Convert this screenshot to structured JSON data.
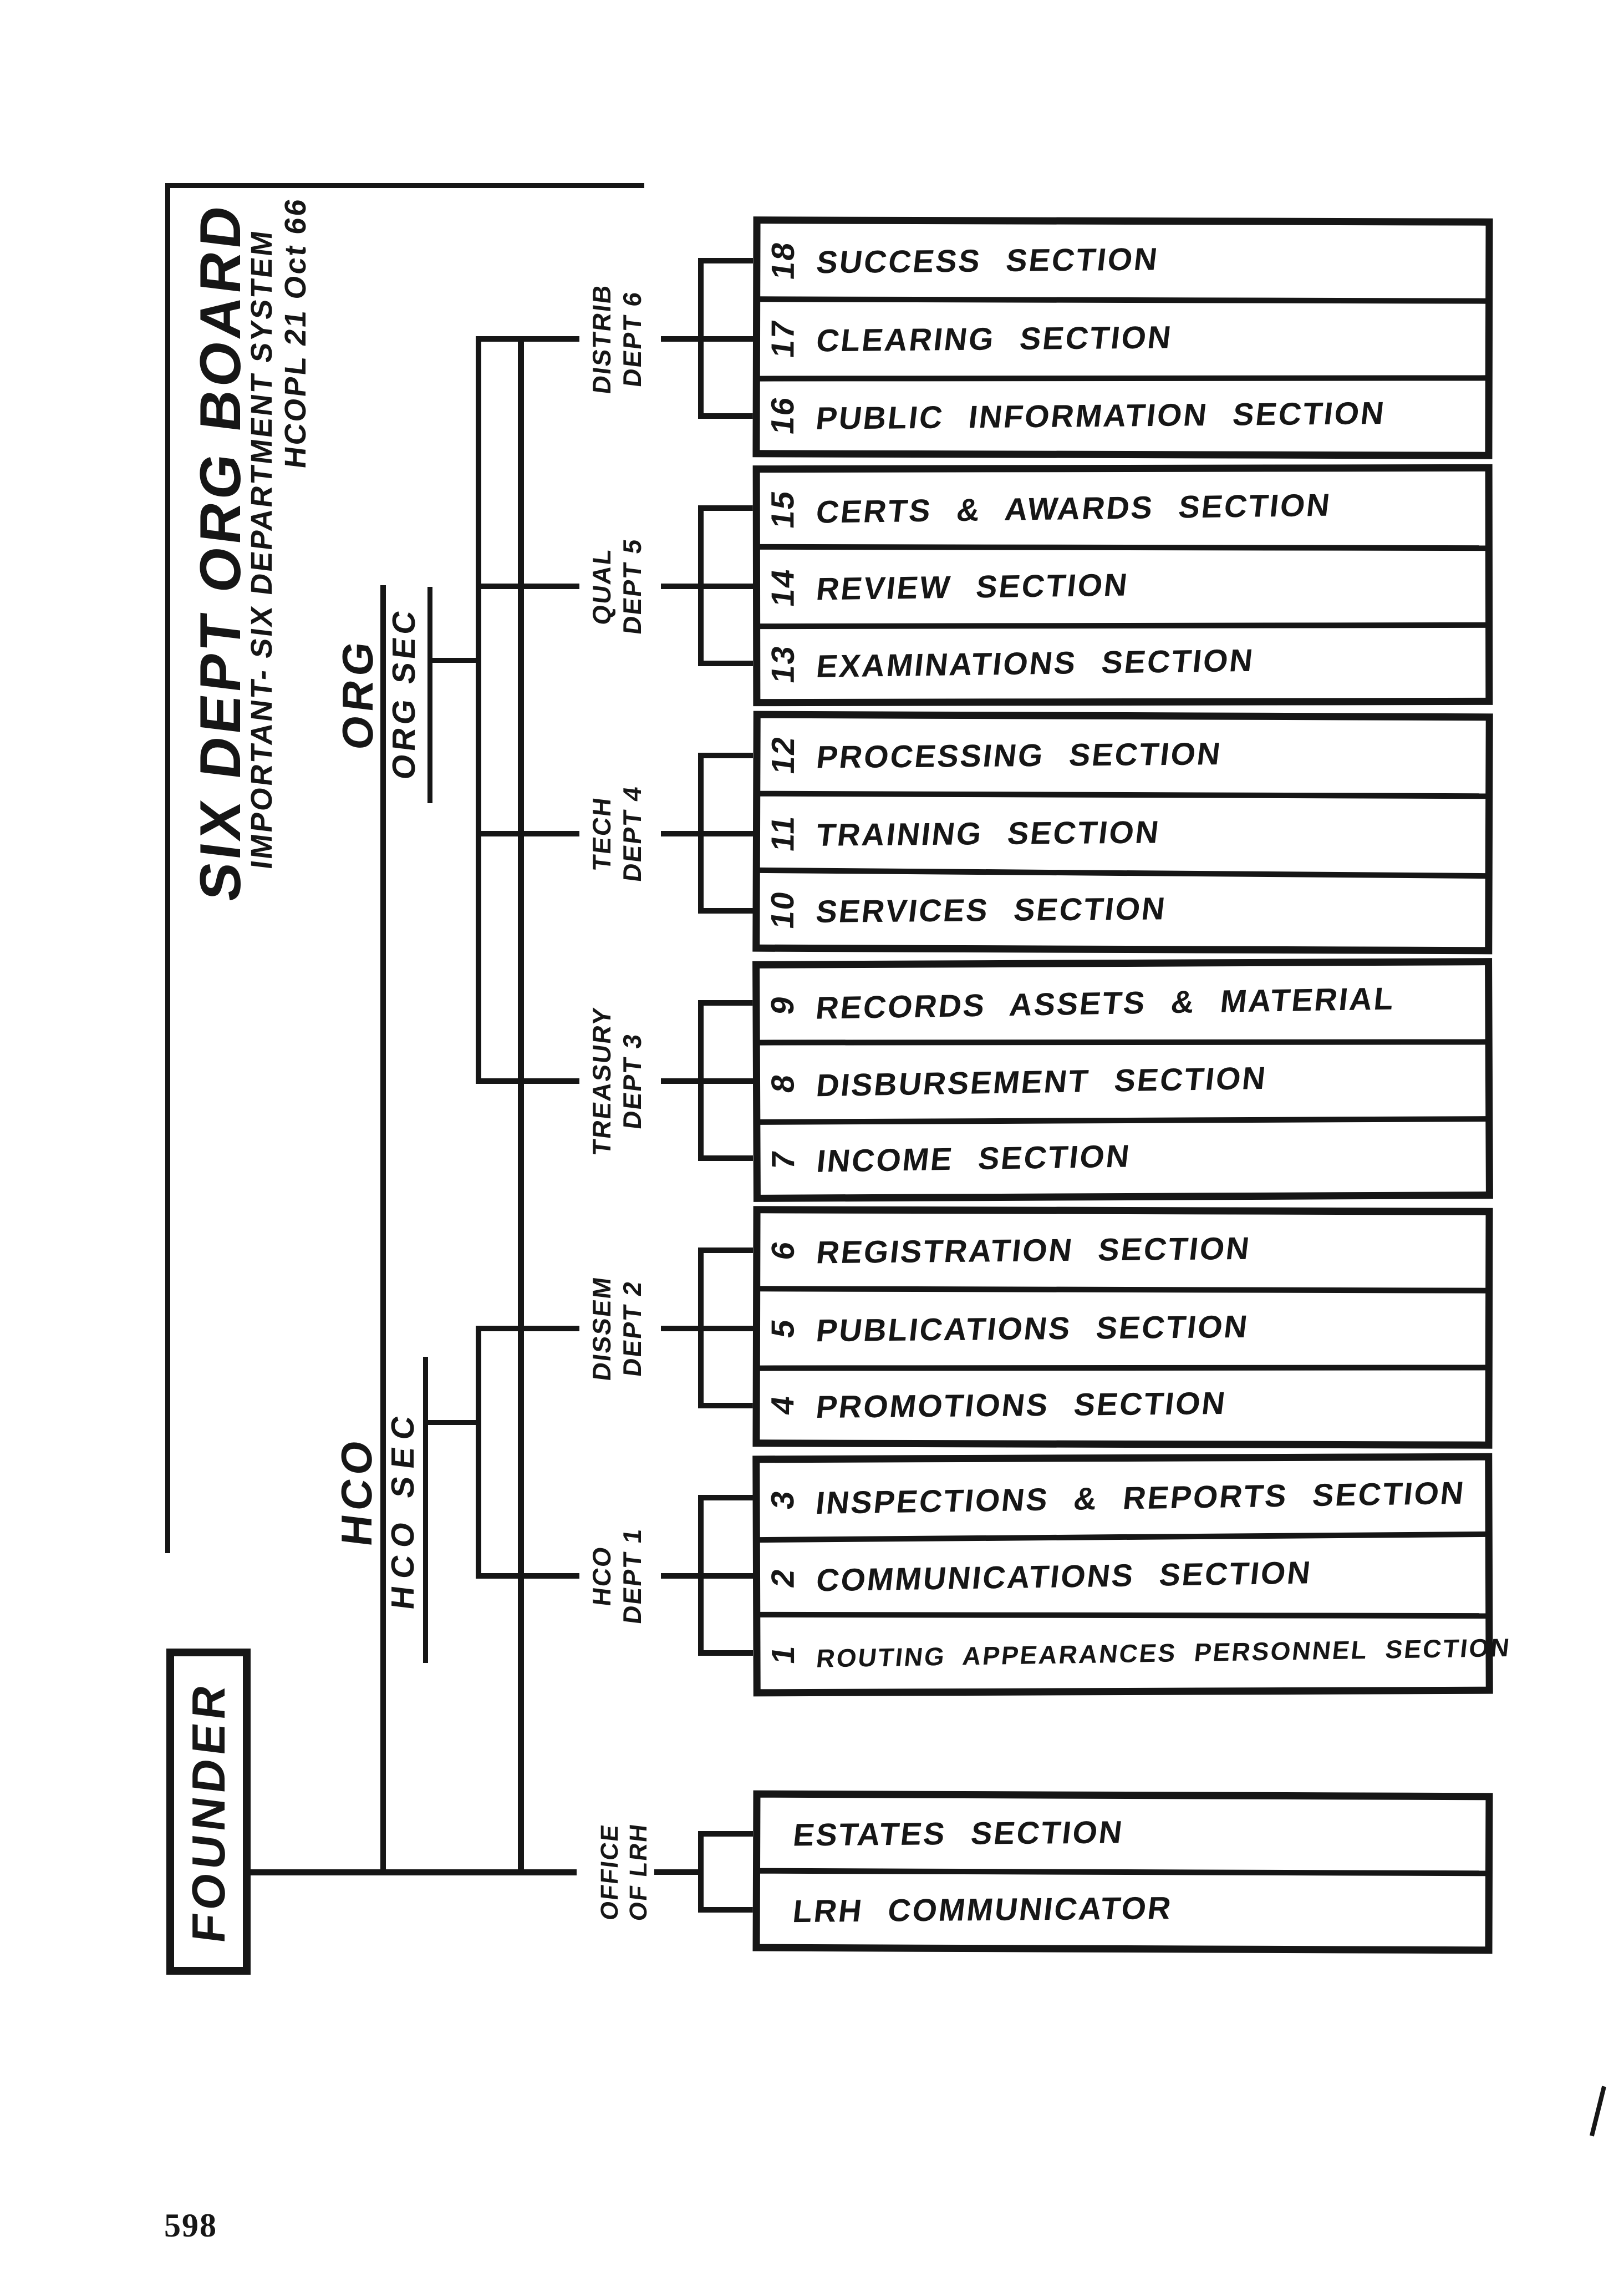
{
  "page": {
    "number": "598"
  },
  "title": {
    "line1": "SIX DEPT ORG BOARD",
    "line2": "IMPORTANT- SIX DEPARTMENT SYSTEM",
    "line3": "HCOPL 21 Oct 66"
  },
  "founder": {
    "label": "FOUNDER"
  },
  "command_labels": {
    "hco": "HCO",
    "hco_sec": "HCO SEC",
    "org": "ORG",
    "org_sec": "ORG SEC",
    "office_of_lrh_line1": "OFFICE",
    "office_of_lrh_line2": "OF LRH"
  },
  "departments": [
    {
      "name_line1": "DISTRIB",
      "name_line2": "DEPT 6",
      "sections": [
        {
          "num": "18",
          "label": "SUCCESS SECTION"
        },
        {
          "num": "17",
          "label": "CLEARING SECTION"
        },
        {
          "num": "16",
          "label": "PUBLIC INFORMATION SECTION"
        }
      ]
    },
    {
      "name_line1": "QUAL",
      "name_line2": "DEPT 5",
      "sections": [
        {
          "num": "15",
          "label": "CERTS & AWARDS SECTION"
        },
        {
          "num": "14",
          "label": "REVIEW SECTION"
        },
        {
          "num": "13",
          "label": "EXAMINATIONS SECTION"
        }
      ]
    },
    {
      "name_line1": "TECH",
      "name_line2": "DEPT 4",
      "sections": [
        {
          "num": "12",
          "label": "PROCESSING SECTION"
        },
        {
          "num": "11",
          "label": "TRAINING SECTION"
        },
        {
          "num": "10",
          "label": "SERVICES SECTION"
        }
      ]
    },
    {
      "name_line1": "TREASURY",
      "name_line2": "DEPT 3",
      "sections": [
        {
          "num": "9",
          "label": "RECORDS ASSETS & MATERIAL"
        },
        {
          "num": "8",
          "label": "DISBURSEMENT SECTION"
        },
        {
          "num": "7",
          "label": "INCOME SECTION"
        }
      ]
    },
    {
      "name_line1": "DISSEM",
      "name_line2": "DEPT 2",
      "sections": [
        {
          "num": "6",
          "label": "REGISTRATION SECTION"
        },
        {
          "num": "5",
          "label": "PUBLICATIONS SECTION"
        },
        {
          "num": "4",
          "label": "PROMOTIONS SECTION"
        }
      ]
    },
    {
      "name_line1": "HCO",
      "name_line2": "DEPT 1",
      "sections": [
        {
          "num": "3",
          "label": "INSPECTIONS & REPORTS SECTION"
        },
        {
          "num": "2",
          "label": "COMMUNICATIONS SECTION"
        },
        {
          "num": "1",
          "label": "ROUTING APPEARANCES PERSONNEL SECTION"
        }
      ]
    }
  ],
  "office_of_lrh": {
    "sections": [
      {
        "label": "ESTATES SECTION"
      },
      {
        "label": "LRH COMMUNICATOR"
      }
    ]
  },
  "colors": {
    "ink": "#161616",
    "paper": "#ffffff"
  }
}
